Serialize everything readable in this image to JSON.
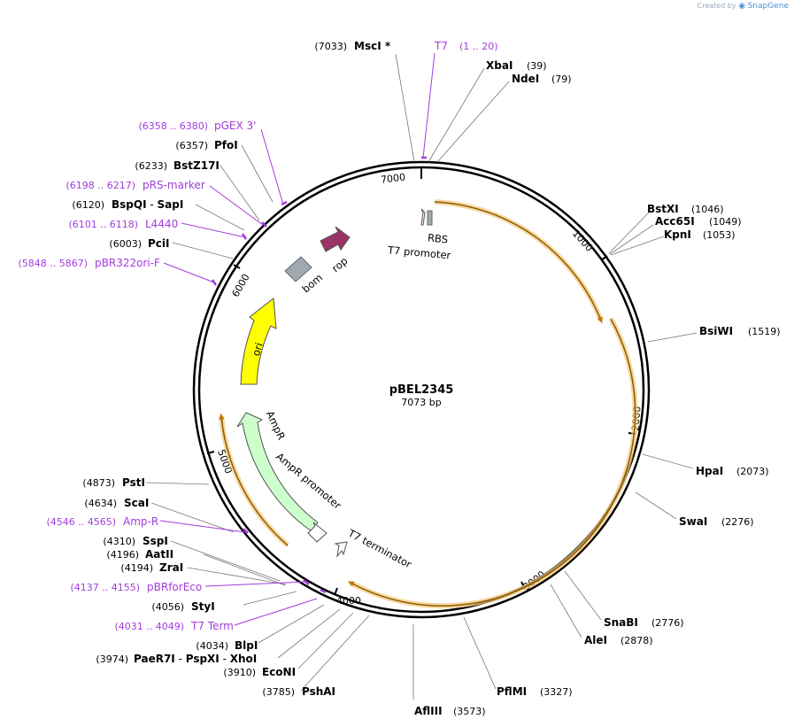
{
  "brand": {
    "prefix": "Created by",
    "name": "SnapGene"
  },
  "plasmid": {
    "name": "pBEL2345",
    "size_label": "7073 bp",
    "length": 7073
  },
  "ticks": [
    "1000",
    "2000",
    "3000",
    "4000",
    "5000",
    "6000",
    "7000"
  ],
  "enzymes": [
    {
      "name": "MscI",
      "pos": "7033",
      "star": "*"
    },
    {
      "name": "XbaI",
      "pos": "39"
    },
    {
      "name": "NdeI",
      "pos": "79"
    },
    {
      "name": "BstXI",
      "pos": "1046"
    },
    {
      "name": "Acc65I",
      "pos": "1049"
    },
    {
      "name": "KpnI",
      "pos": "1053"
    },
    {
      "name": "BsiWI",
      "pos": "1519"
    },
    {
      "name": "HpaI",
      "pos": "2073"
    },
    {
      "name": "SwaI",
      "pos": "2276"
    },
    {
      "name": "SnaBI",
      "pos": "2776"
    },
    {
      "name": "AleI",
      "pos": "2878"
    },
    {
      "name": "PflMI",
      "pos": "3327"
    },
    {
      "name": "AflIII",
      "pos": "3573"
    },
    {
      "name": "PshAI",
      "pos": "3785"
    },
    {
      "name": "EcoNI",
      "pos": "3910"
    },
    {
      "name": "PaeR7I",
      "pos": "3974",
      "joined": [
        "PspXI",
        "XhoI"
      ]
    },
    {
      "name": "BlpI",
      "pos": "4034"
    },
    {
      "name": "StyI",
      "pos": "4056"
    },
    {
      "name": "ZraI",
      "pos": "4194"
    },
    {
      "name": "AatII",
      "pos": "4196"
    },
    {
      "name": "SspI",
      "pos": "4310"
    },
    {
      "name": "ScaI",
      "pos": "4634"
    },
    {
      "name": "PstI",
      "pos": "4873"
    },
    {
      "name": "PciI",
      "pos": "6003"
    },
    {
      "name": "BspQI",
      "pos": "6120",
      "joined": [
        "SapI"
      ]
    },
    {
      "name": "BstZ17I",
      "pos": "6233"
    },
    {
      "name": "PfoI",
      "pos": "6357"
    }
  ],
  "primers": [
    {
      "name": "T7",
      "range": "(1 .. 20)"
    },
    {
      "name": "pGEX 3'",
      "range": "(6358 .. 6380)"
    },
    {
      "name": "pRS-marker",
      "range": "(6198 .. 6217)"
    },
    {
      "name": "L4440",
      "range": "(6101 .. 6118)"
    },
    {
      "name": "pBR322ori-F",
      "range": "(5848 .. 5867)"
    },
    {
      "name": "Amp-R",
      "range": "(4546 .. 4565)"
    },
    {
      "name": "pBRforEco",
      "range": "(4137 .. 4155)"
    },
    {
      "name": "T7 Term",
      "range": "(4031 .. 4049)"
    }
  ],
  "features": {
    "rbs": "RBS",
    "t7_promoter": "T7 promoter",
    "rop": "rop",
    "bom": "bom",
    "ori": "ori",
    "ampr": "AmpR",
    "ampr_promoter": "AmpR promoter",
    "t7_terminator": "T7 terminator"
  },
  "colors": {
    "primer": "#a23cdc",
    "orf": "#f5a623",
    "ori": "#ffff00",
    "ampr": "#ccffcc",
    "rop": "#993366",
    "bom": "#a0a8b0"
  }
}
